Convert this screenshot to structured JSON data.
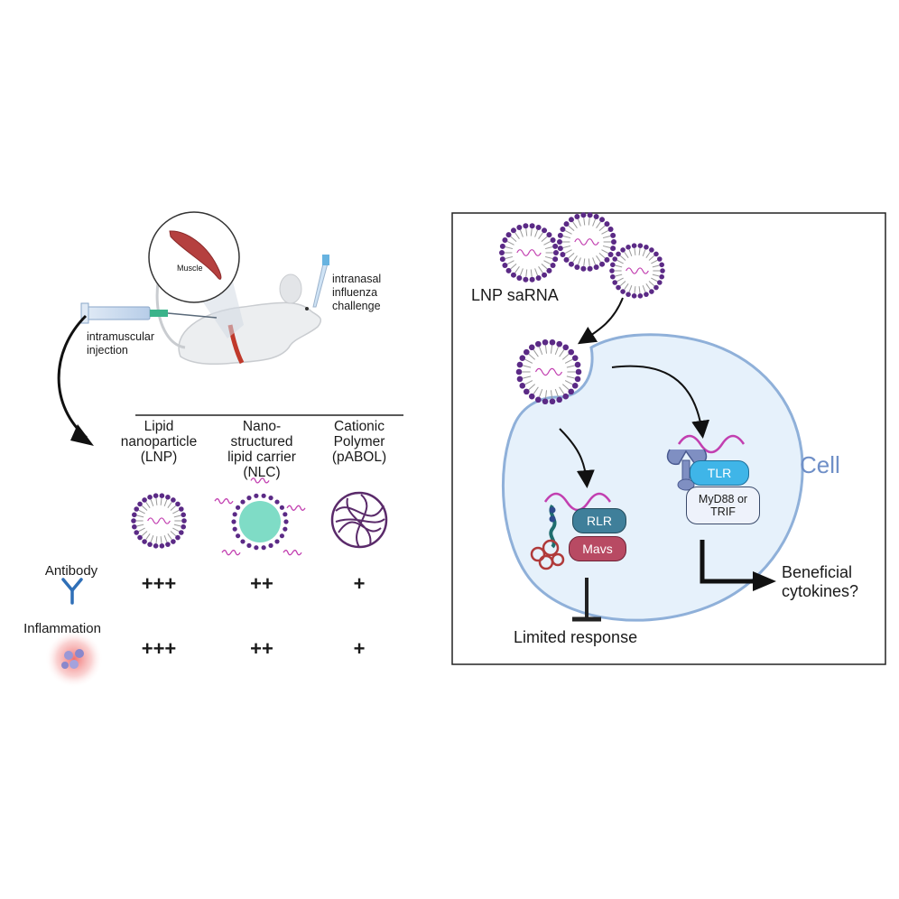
{
  "left": {
    "muscle_label": "Muscle",
    "route_challenge": [
      "intranasal",
      "influenza",
      "challenge"
    ],
    "route_injection": [
      "intramuscular",
      "injection"
    ],
    "columns": [
      {
        "lines": [
          "Lipid",
          "nanoparticle",
          "(LNP)"
        ]
      },
      {
        "lines": [
          "Nano-",
          "structured",
          "lipid carrier",
          "(NLC)"
        ]
      },
      {
        "lines": [
          "Cationic",
          "Polymer",
          "(pABOL)"
        ]
      }
    ],
    "rows": [
      {
        "label": "Antibody",
        "icon": "antibody-icon",
        "scores": [
          "+++",
          "++",
          "+"
        ]
      },
      {
        "label": "Inflammation",
        "icon": "inflammation-icon",
        "scores": [
          "+++",
          "++",
          "+"
        ]
      }
    ]
  },
  "right": {
    "lnp_label": "LNP saRNA",
    "cell_label": "Cell",
    "rlr": "RLR",
    "mavs": "Mavs",
    "tlr": "TLR",
    "adaptor": [
      "MyD88 or",
      "TRIF"
    ],
    "limited": "Limited response",
    "beneficial": [
      "Beneficial",
      "cytokines?"
    ]
  },
  "colors": {
    "lnp_purple": "#5b2a86",
    "rna_magenta": "#c23fb0",
    "cell_fill": "#e6f1fb",
    "cell_stroke": "#8fb0d9",
    "cell_label": "#6f8fc7",
    "rlr": "#3f7f9a",
    "mavs": "#b84a63",
    "tlr": "#3fb5e8",
    "nlc_core": "#7fdcc6",
    "inflammation": "#f06a6a"
  }
}
